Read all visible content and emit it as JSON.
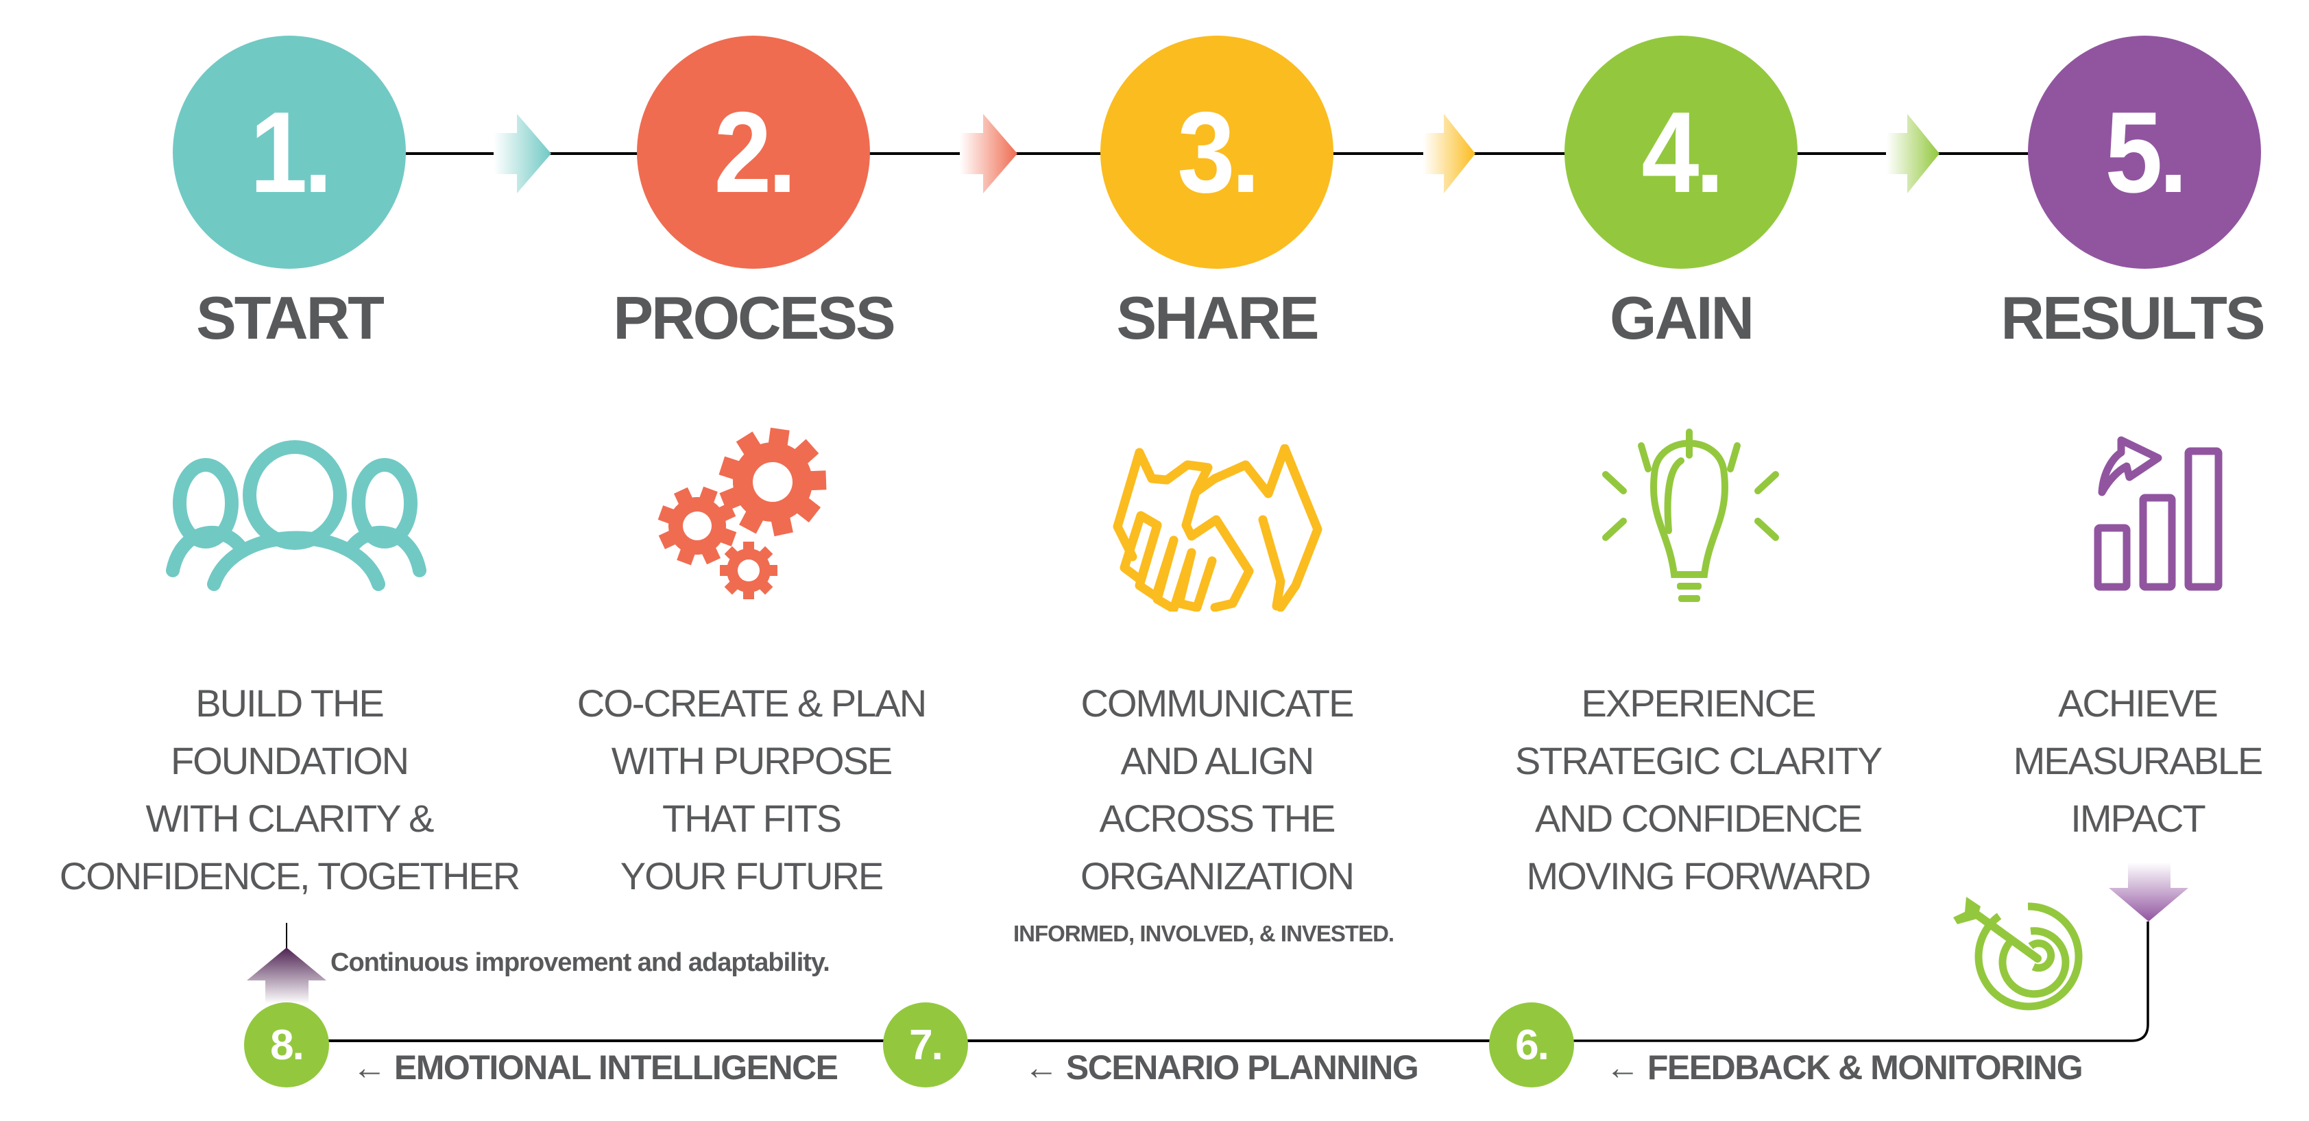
{
  "colors": {
    "teal": "#71c9c4",
    "orange": "#ef6c51",
    "yellow": "#fbbc1f",
    "green": "#93c83e",
    "purple": "#9155a0",
    "text": "#58595b",
    "connector": "#000000"
  },
  "steps": [
    {
      "number": "1.",
      "title": "START",
      "icon": "people-group-icon",
      "color": "#71c9c4",
      "description": [
        "BUILD THE",
        "FOUNDATION",
        "WITH CLARITY &",
        "CONFIDENCE, TOGETHER"
      ]
    },
    {
      "number": "2.",
      "title": "PROCESS",
      "icon": "gears-icon",
      "color": "#ef6c51",
      "description": [
        "CO-CREATE & PLAN",
        "WITH PURPOSE",
        "THAT FITS",
        "YOUR FUTURE"
      ]
    },
    {
      "number": "3.",
      "title": "SHARE",
      "icon": "handshake-icon",
      "color": "#fbbc1f",
      "description": [
        "COMMUNICATE",
        "AND ALIGN",
        "ACROSS THE",
        "ORGANIZATION"
      ],
      "note": "INFORMED, INVOLVED, & INVESTED."
    },
    {
      "number": "4.",
      "title": "GAIN",
      "icon": "lightbulb-icon",
      "color": "#93c83e",
      "description": [
        "EXPERIENCE",
        "STRATEGIC CLARITY",
        "AND CONFIDENCE",
        "MOVING FORWARD"
      ]
    },
    {
      "number": "5.",
      "title": "RESULTS",
      "icon": "growth-chart-icon",
      "color": "#9155a0",
      "description": [
        "ACHIEVE",
        "MEASURABLE",
        "IMPACT"
      ]
    }
  ],
  "feedback_loop": {
    "icon": "target-arrow-icon",
    "steps": [
      {
        "number": "6.",
        "label": "← FEEDBACK & MONITORING"
      },
      {
        "number": "7.",
        "label": "← SCENARIO PLANNING"
      },
      {
        "number": "8.",
        "label": "← EMOTIONAL INTELLIGENCE"
      }
    ],
    "note": "Continuous improvement and adaptability."
  }
}
